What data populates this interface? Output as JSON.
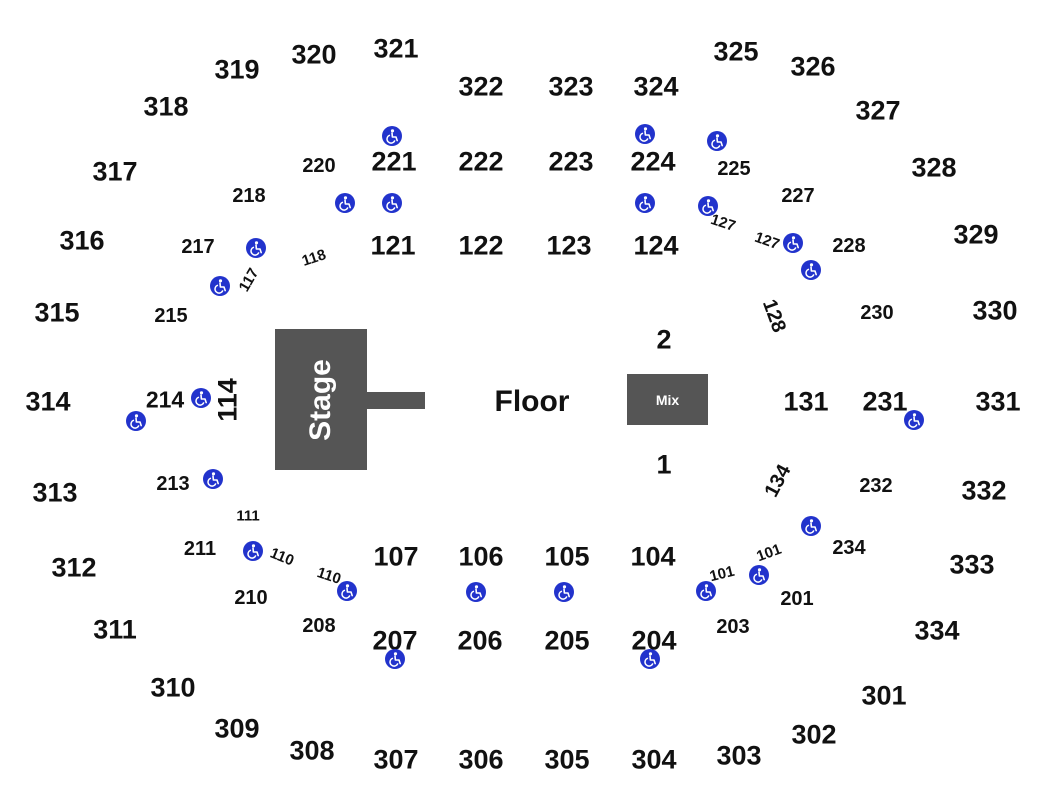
{
  "map": {
    "stage_label": "Stage",
    "floor_label": "Floor",
    "mix_label": "Mix",
    "colors": {
      "stage": "#555555",
      "accessible": "#2233cc",
      "text": "#111111"
    },
    "accessible_icon": "wheelchair-icon",
    "sections": {
      "s301": "301",
      "s302": "302",
      "s303": "303",
      "s304": "304",
      "s305": "305",
      "s306": "306",
      "s307": "307",
      "s308": "308",
      "s309": "309",
      "s310": "310",
      "s311": "311",
      "s312": "312",
      "s313": "313",
      "s314": "314",
      "s315": "315",
      "s316": "316",
      "s317": "317",
      "s318": "318",
      "s319": "319",
      "s320": "320",
      "s321": "321",
      "s322": "322",
      "s323": "323",
      "s324": "324",
      "s325": "325",
      "s326": "326",
      "s327": "327",
      "s328": "328",
      "s329": "329",
      "s330": "330",
      "s331": "331",
      "s332": "332",
      "s333": "333",
      "s334": "334",
      "s221": "221",
      "s222": "222",
      "s223": "223",
      "s224": "224",
      "s206": "206",
      "s205": "205",
      "s204": "204",
      "s207": "207",
      "s220": "220",
      "s218": "218",
      "s217": "217",
      "s215": "215",
      "s214": "214",
      "s213": "213",
      "s211": "211",
      "s210": "210",
      "s208": "208",
      "s225": "225",
      "s227": "227",
      "s228": "228",
      "s230": "230",
      "s231": "231",
      "s232": "232",
      "s234": "234",
      "s201": "201",
      "s203": "203",
      "s121": "121",
      "s122": "122",
      "s123": "123",
      "s124": "124",
      "s107": "107",
      "s106": "106",
      "s105": "105",
      "s104": "104",
      "s131": "131",
      "s114": "114",
      "s117": "117",
      "s118": "118",
      "s127a": "127",
      "s127b": "127",
      "s128": "128",
      "s134": "134",
      "s111": "111",
      "s110a": "110",
      "s110b": "110",
      "s101a": "101",
      "s101b": "101",
      "floor1": "1",
      "floor2": "2"
    }
  }
}
